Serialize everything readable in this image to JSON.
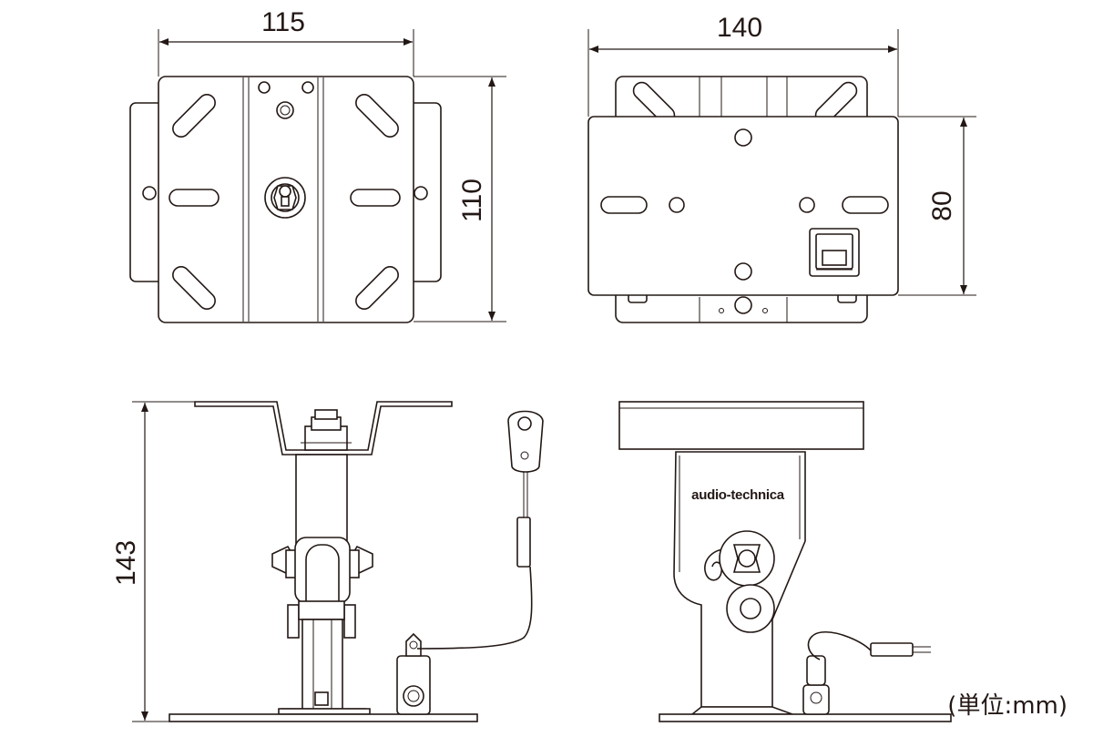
{
  "drawing": {
    "top_view_width": "115",
    "top_view_height": "110",
    "front_view_width": "140",
    "front_view_height": "80",
    "side_view_height": "143",
    "brand_logo": "audio-technica",
    "unit_note": "(単位:mm)"
  },
  "colors": {
    "line": "#231815",
    "background": "#ffffff"
  }
}
